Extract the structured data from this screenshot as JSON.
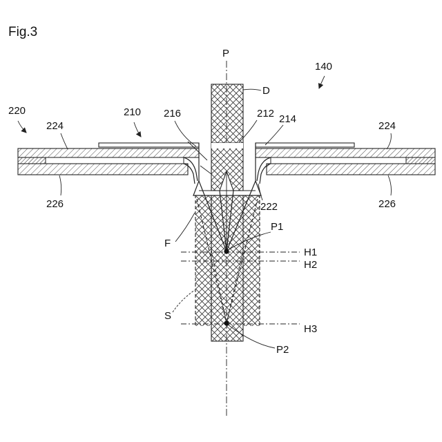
{
  "figure": {
    "title": "Fig.3",
    "labels": {
      "axis": "P",
      "assembly": "140",
      "beam": "D",
      "panel": "220",
      "cover": "210",
      "part_216": "216",
      "part_212": "212",
      "part_214": "214",
      "left_top_layer": "224",
      "right_top_layer": "224",
      "left_bottom_layer": "226",
      "right_bottom_layer": "226",
      "part_222": "222",
      "point_1": "P1",
      "point_2": "P2",
      "height_1": "H1",
      "height_2": "H2",
      "height_3": "H3",
      "flame": "F",
      "spray": "S"
    }
  }
}
